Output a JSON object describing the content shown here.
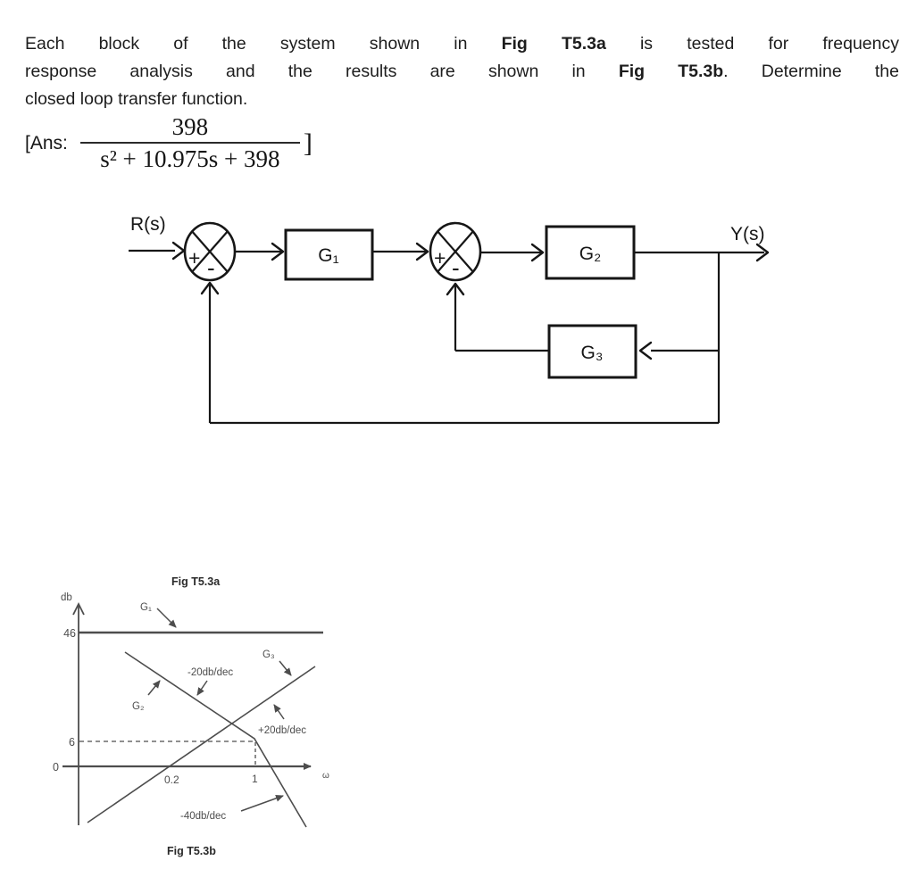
{
  "problem": {
    "line1_pre": "Each block of the system shown in ",
    "line1_bold": "Fig T5.3a",
    "line1_post": " is tested for frequency",
    "line2_pre": "response analysis and the results are shown in ",
    "line2_bold": "Fig T5.3b",
    "line2_post": ". Determine the",
    "line3": "closed loop transfer function."
  },
  "answer": {
    "prefix": "[Ans:",
    "numerator": "398",
    "denominator": "s² + 10.975s + 398",
    "suffix": "]"
  },
  "diagram": {
    "input_label": "R(s)",
    "output_label": "Y(s)",
    "g1_label": "G₁",
    "g2_label": "G₂",
    "g3_label": "G₃",
    "sum1_plus": "+",
    "sum1_minus": "-",
    "sum2_plus": "+",
    "sum2_minus": "-"
  },
  "bode": {
    "caption_top": "Fig T5.3a",
    "caption_bottom": "Fig T5.3b",
    "y_axis_label": "db",
    "x_axis_label": "ω",
    "tick_46": "46",
    "tick_6": "6",
    "tick_0": "0",
    "tick_02": "0.2",
    "tick_1": "1",
    "g1_label": "G₁",
    "g2_label": "G₂",
    "g3_label": "G₃",
    "slope_g2": "-20db/dec",
    "slope_g3": "+20db/dec",
    "slope_g2_after": "-40db/dec"
  },
  "colors": {
    "ink": "#161616",
    "plot_gray": "#4d4d4d",
    "background": "#ffffff"
  },
  "chart_data": {
    "type": "line",
    "title": "Fig T5.3b",
    "xlabel": "ω",
    "ylabel": "db",
    "x_scale": "log",
    "x_ticks": [
      0.2,
      1
    ],
    "y_ticks": [
      0,
      6,
      46
    ],
    "grid": false,
    "series": [
      {
        "name": "G1",
        "shape": "constant",
        "level_db": 46,
        "slope": "0 db/dec"
      },
      {
        "name": "G2",
        "shape": "corner",
        "slope_before": "-20 db/dec",
        "corner_point": {
          "omega": 1,
          "db": 6
        },
        "slope_after": "-40 db/dec"
      },
      {
        "name": "G3",
        "shape": "straight",
        "slope": "+20 db/dec",
        "zero_db_crossing_omega": 0.2
      }
    ],
    "annotations": [
      "-20db/dec",
      "+20db/dec",
      "-40db/dec"
    ],
    "dashed_guides": [
      {
        "db": 6,
        "omega": 1
      }
    ]
  }
}
